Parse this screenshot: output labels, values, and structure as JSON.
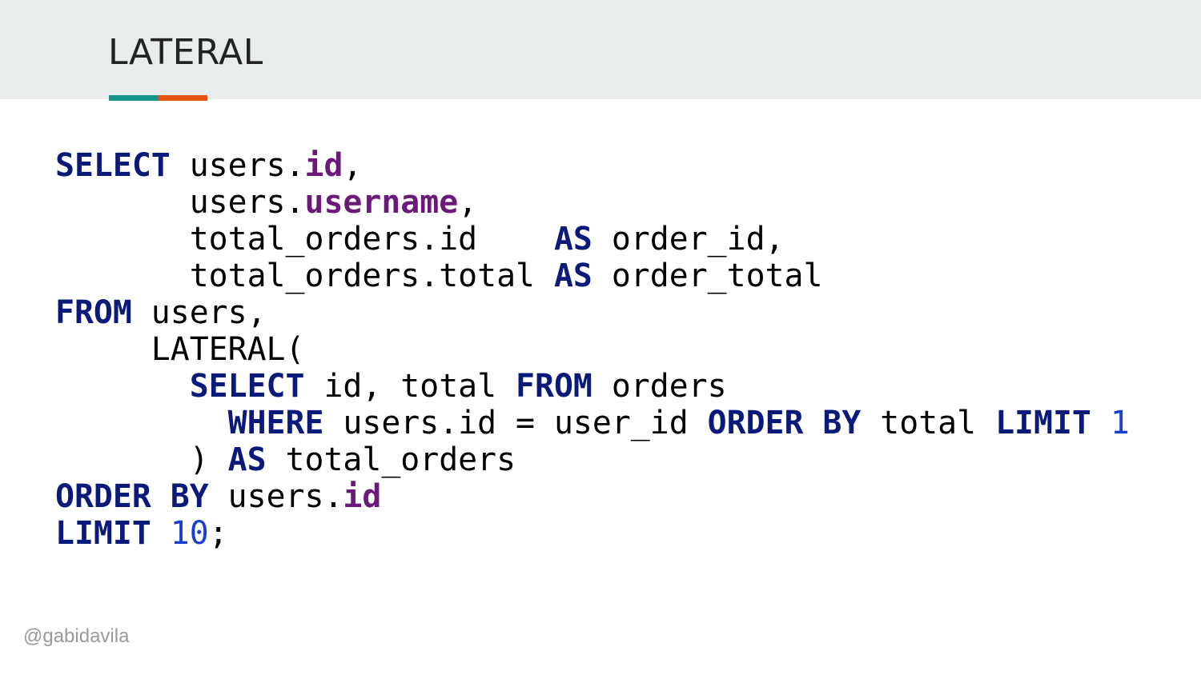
{
  "slide": {
    "title": "LATERAL",
    "footer": "@gabidavila",
    "colors": {
      "header_bg": "#e8eced",
      "accent_teal": "#16968a",
      "accent_orange": "#e6530f",
      "keyword": "#0a1a7a",
      "field": "#6b1a7a",
      "number": "#1a3fd0"
    }
  },
  "code": {
    "lines": [
      [
        {
          "t": "SELECT",
          "k": "kw"
        },
        {
          "t": " users.",
          "k": "tx"
        },
        {
          "t": "id",
          "k": "fld"
        },
        {
          "t": ",",
          "k": "tx"
        }
      ],
      [
        {
          "t": "       users.",
          "k": "tx"
        },
        {
          "t": "username",
          "k": "fld"
        },
        {
          "t": ",",
          "k": "tx"
        }
      ],
      [
        {
          "t": "       total_orders.id    ",
          "k": "tx"
        },
        {
          "t": "AS",
          "k": "kw"
        },
        {
          "t": " order_id,",
          "k": "tx"
        }
      ],
      [
        {
          "t": "       total_orders.total ",
          "k": "tx"
        },
        {
          "t": "AS",
          "k": "kw"
        },
        {
          "t": " order_total",
          "k": "tx"
        }
      ],
      [
        {
          "t": "FROM",
          "k": "kw"
        },
        {
          "t": " users,",
          "k": "tx"
        }
      ],
      [
        {
          "t": "     LATERAL(",
          "k": "tx"
        }
      ],
      [
        {
          "t": "       ",
          "k": "tx"
        },
        {
          "t": "SELECT",
          "k": "kw"
        },
        {
          "t": " id, total ",
          "k": "tx"
        },
        {
          "t": "FROM",
          "k": "kw"
        },
        {
          "t": " orders",
          "k": "tx"
        }
      ],
      [
        {
          "t": "         ",
          "k": "tx"
        },
        {
          "t": "WHERE",
          "k": "kw"
        },
        {
          "t": " users.id = user_id ",
          "k": "tx"
        },
        {
          "t": "ORDER BY",
          "k": "kw"
        },
        {
          "t": " total ",
          "k": "tx"
        },
        {
          "t": "LIMIT",
          "k": "kw"
        },
        {
          "t": " ",
          "k": "tx"
        },
        {
          "t": "1",
          "k": "num"
        }
      ],
      [
        {
          "t": "       ) ",
          "k": "tx"
        },
        {
          "t": "AS",
          "k": "kw"
        },
        {
          "t": " total_orders",
          "k": "tx"
        }
      ],
      [
        {
          "t": "ORDER BY",
          "k": "kw"
        },
        {
          "t": " users.",
          "k": "tx"
        },
        {
          "t": "id",
          "k": "fld"
        }
      ],
      [
        {
          "t": "LIMIT",
          "k": "kw"
        },
        {
          "t": " ",
          "k": "tx"
        },
        {
          "t": "10",
          "k": "num"
        },
        {
          "t": ";",
          "k": "tx"
        }
      ]
    ]
  }
}
